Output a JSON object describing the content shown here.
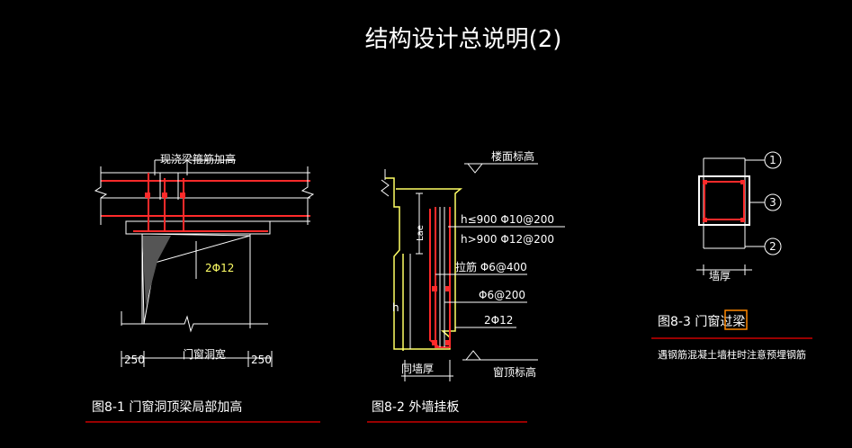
{
  "title": "结构设计总说明(2)",
  "figure1": {
    "top_label": "现浇梁箍筋加高",
    "rebar_label": "2Φ12",
    "dim_left": "250",
    "dim_mid": "门窗洞宽",
    "dim_right": "250",
    "caption": "图8-1  门窗洞顶梁局部加高"
  },
  "figure2": {
    "floor_label": "楼面标高",
    "lae_label": "Lae",
    "h_label": "h",
    "note1": "h≤900  Φ10@200",
    "note2": "h>900  Φ12@200",
    "note3": "拉筋  Φ6@400",
    "note4": "Φ6@200",
    "note5": "2Φ12",
    "wall_label": "同墙厚",
    "window_label": "窗顶标高",
    "caption": "图8-2  外墙挂板"
  },
  "figure3": {
    "marker1": "1",
    "marker2": "2",
    "marker3": "3",
    "wall_label": "墙厚",
    "caption_prefix": "图8-3  门窗",
    "caption_highlight": "过梁",
    "note": "遇钢筋混凝土墙柱时注意预埋钢筋"
  },
  "colors": {
    "background": "#000000",
    "line": "#ffffff",
    "rebar": "#ff2a2a",
    "wall_outline": "#ffff66",
    "caption_rule": "#cc0000",
    "highlight_box": "#ff8800"
  }
}
